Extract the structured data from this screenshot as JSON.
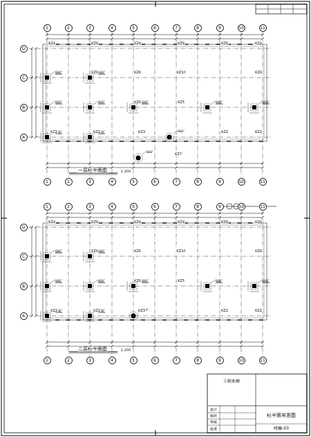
{
  "diagram": {
    "nodes": [
      {
        "text": [
          "1"
        ]
      },
      {
        "text": [
          "2"
        ]
      },
      {
        "text": [
          "3"
        ]
      },
      {
        "text": [
          "4"
        ]
      },
      {
        "text": [
          "5"
        ]
      },
      {
        "text": [
          "6"
        ]
      },
      {
        "text": [
          "7"
        ]
      },
      {
        "text": [
          "8"
        ]
      },
      {
        "text": [
          "9"
        ]
      },
      {
        "text": [
          "10"
        ]
      },
      {
        "text": [
          "11"
        ]
      },
      {
        "text": [
          "D"
        ]
      },
      {
        "text": [
          "C"
        ]
      },
      {
        "text": [
          "B"
        ]
      },
      {
        "text": [
          "A"
        ]
      },
      {
        "text": [
          "1"
        ]
      },
      {
        "text": [
          "2"
        ]
      },
      {
        "text": [
          "3"
        ]
      },
      {
        "text": [
          "4"
        ]
      },
      {
        "text": [
          "5"
        ]
      },
      {
        "text": [
          "6"
        ]
      },
      {
        "text": [
          "7"
        ]
      },
      {
        "text": [
          "8"
        ]
      },
      {
        "text": [
          "9"
        ]
      },
      {
        "text": [
          "10"
        ]
      },
      {
        "text": [
          "11"
        ]
      },
      {
        "text": [
          "1"
        ]
      },
      {
        "text": [
          "2"
        ]
      },
      {
        "text": [
          "3"
        ]
      },
      {
        "text": [
          "4"
        ]
      },
      {
        "text": [
          "5"
        ]
      },
      {
        "text": [
          "6"
        ]
      },
      {
        "text": [
          "7"
        ]
      },
      {
        "text": [
          "8"
        ]
      },
      {
        "text": [
          "9"
        ]
      },
      {
        "text": [
          "10"
        ]
      },
      {
        "text": [
          "11"
        ]
      },
      {
        "text": [
          "D"
        ]
      },
      {
        "text": [
          "C"
        ]
      },
      {
        "text": [
          "B"
        ]
      },
      {
        "text": [
          "A"
        ]
      },
      {
        "text": [
          "1"
        ]
      },
      {
        "text": [
          "2"
        ]
      },
      {
        "text": [
          "3"
        ]
      },
      {
        "text": [
          "4"
        ]
      },
      {
        "text": [
          "5"
        ]
      },
      {
        "text": [
          "6"
        ]
      },
      {
        "text": [
          "7"
        ]
      },
      {
        "text": [
          "8"
        ]
      },
      {
        "text": [
          "9"
        ]
      },
      {
        "text": [
          "10"
        ]
      },
      {
        "text": [
          "11"
        ]
      }
    ],
    "labels": [
      "KZ4",
      "KZ9",
      "KZ4",
      "KZ9",
      "KZ9",
      "KZ4",
      "KZ9",
      "KZ6",
      "KZ10",
      "KZ8",
      "KZ6",
      "KZ5",
      "KZ2",
      "KZ2",
      "KZ3",
      "KZ2",
      "KZ2",
      "KZ7",
      "一层柱平面图",
      "1:100",
      "KZ4",
      "KZ9",
      "KZ4",
      "KZ9",
      "KZ9",
      "KZ4",
      "KZ9",
      "KZ6",
      "KZ10",
      "KZ8",
      "KZ6",
      "KZ5",
      "KZ2",
      "KZ2",
      "KZ3",
      "KZ2",
      "KZ2",
      "二层柱平面图",
      "1:100",
      "工程名称",
      "设计",
      "校对",
      "审核",
      "批准",
      "柱平面布置图",
      "结施-03"
    ]
  }
}
